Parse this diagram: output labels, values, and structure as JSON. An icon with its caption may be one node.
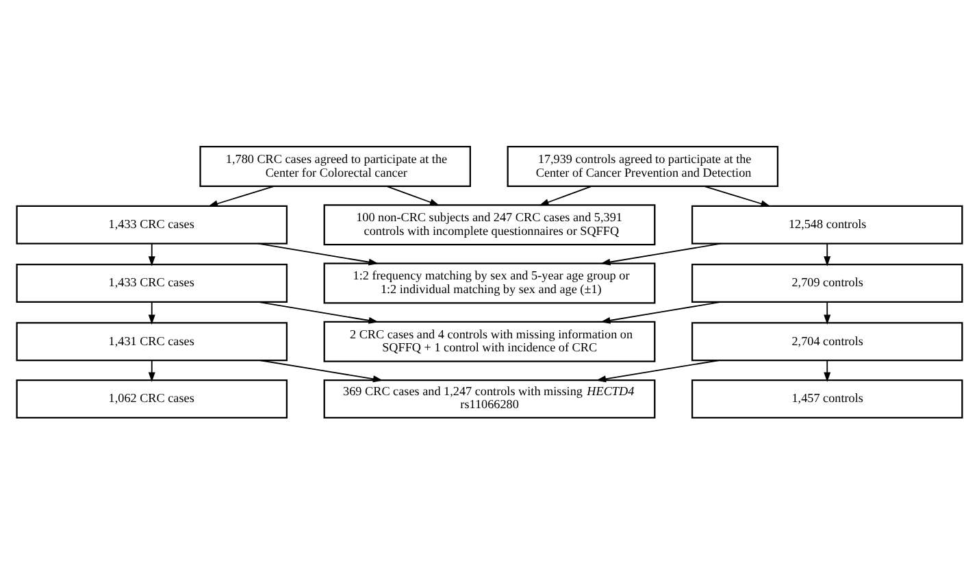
{
  "diagram": {
    "nodes": [
      {
        "text": [
          "1,780 CRC cases agreed to participate at the Center for Colorectal cancer"
        ]
      },
      {
        "text": [
          "17,939 controls agreed to participate at the Center of Cancer Prevention and Detection"
        ]
      },
      {
        "text": [
          "100 non-CRC subjects and 247 CRC cases and 5,391 controls with incomplete questionnaires or SQFFQ"
        ]
      },
      {
        "text": [
          "1,433 CRC cases"
        ]
      },
      {
        "text": [
          "12,548 controls"
        ]
      },
      {
        "text": [
          "1:2 frequency matching by sex and 5-year age group or 1:2 individual matching by sex and age (±1)"
        ]
      },
      {
        "text": [
          "1,433 CRC cases"
        ]
      },
      {
        "text": [
          "2,709 controls"
        ]
      },
      {
        "text": [
          "2 CRC cases and 4 controls with missing information on SQFFQ + 1 control with incidence of CRC"
        ]
      },
      {
        "text": [
          "1,431 CRC cases"
        ]
      },
      {
        "text": [
          "2,704 controls"
        ]
      },
      {
        "text": [
          "369 CRC cases and 1,247 controls with missing *HECTD4* rs11066280"
        ]
      },
      {
        "text": [
          "1,062 CRC cases"
        ]
      },
      {
        "text": [
          "1,457 controls"
        ]
      }
    ],
    "edges": [
      {
        "from": 0,
        "to": 2,
        "arrow": "to"
      },
      {
        "from": 0,
        "to": 3,
        "arrow": "to"
      },
      {
        "from": 1,
        "to": 2,
        "arrow": "to"
      },
      {
        "from": 1,
        "to": 4,
        "arrow": "to"
      },
      {
        "from": 3,
        "to": 5,
        "arrow": "to"
      },
      {
        "from": 3,
        "to": 6,
        "arrow": "to"
      },
      {
        "from": 4,
        "to": 5,
        "arrow": "to"
      },
      {
        "from": 4,
        "to": 7,
        "arrow": "to"
      },
      {
        "from": 6,
        "to": 8,
        "arrow": "to"
      },
      {
        "from": 6,
        "to": 9,
        "arrow": "to"
      },
      {
        "from": 7,
        "to": 8,
        "arrow": "to"
      },
      {
        "from": 7,
        "to": 10,
        "arrow": "to"
      },
      {
        "from": 9,
        "to": 11,
        "arrow": "to"
      },
      {
        "from": 9,
        "to": 12,
        "arrow": "to"
      },
      {
        "from": 10,
        "to": 11,
        "arrow": "to"
      },
      {
        "from": 10,
        "to": 13,
        "arrow": "to"
      }
    ]
  }
}
